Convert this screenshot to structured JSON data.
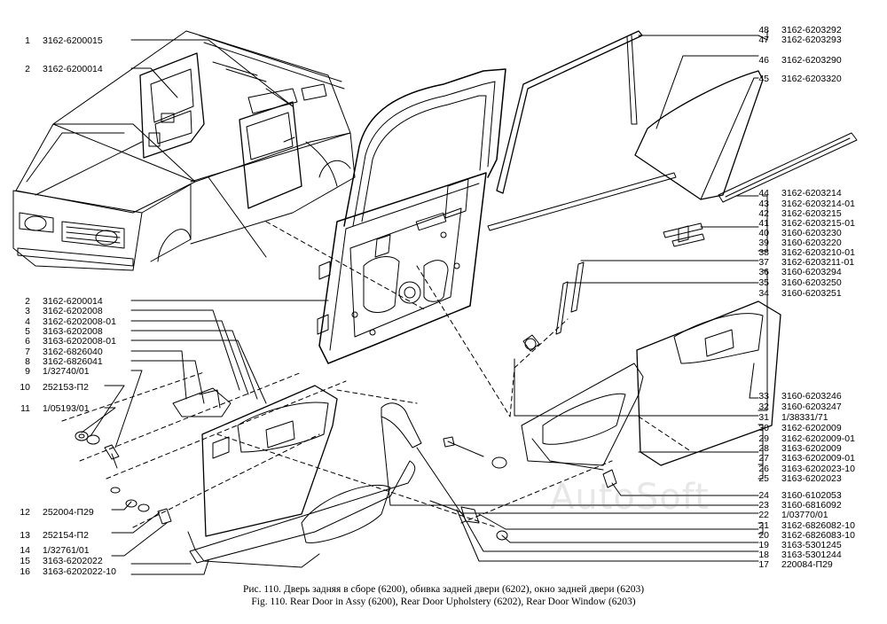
{
  "left_labels": [
    {
      "num": "1",
      "code": "3162-6200015"
    },
    {
      "num": "2",
      "code": "3162-6200014"
    },
    {
      "num": "2",
      "code": "3162-6200014"
    },
    {
      "num": "3",
      "code": "3162-6202008"
    },
    {
      "num": "4",
      "code": "3162-6202008-01"
    },
    {
      "num": "5",
      "code": "3163-6202008"
    },
    {
      "num": "6",
      "code": "3163-6202008-01"
    },
    {
      "num": "7",
      "code": "3162-6826040"
    },
    {
      "num": "8",
      "code": "3162-6826041"
    },
    {
      "num": "9",
      "code": "1/32740/01"
    },
    {
      "num": "10",
      "code": "252153-П2"
    },
    {
      "num": "11",
      "code": "1/05193/01"
    },
    {
      "num": "12",
      "code": "252004-П29"
    },
    {
      "num": "13",
      "code": "252154-П2"
    },
    {
      "num": "14",
      "code": "1/32761/01"
    },
    {
      "num": "15",
      "code": "3163-6202022"
    },
    {
      "num": "16",
      "code": "3163-6202022-10"
    }
  ],
  "right_labels": [
    {
      "num": "48",
      "code": "3162-6203292"
    },
    {
      "num": "47",
      "code": "3162-6203293"
    },
    {
      "num": "46",
      "code": "3162-6203290"
    },
    {
      "num": "45",
      "code": "3162-6203320"
    },
    {
      "num": "44",
      "code": "3162-6203214"
    },
    {
      "num": "43",
      "code": "3162-6203214-01"
    },
    {
      "num": "42",
      "code": "3162-6203215"
    },
    {
      "num": "41",
      "code": "3162-6203215-01"
    },
    {
      "num": "40",
      "code": "3160-6203230"
    },
    {
      "num": "39",
      "code": "3160-6203220"
    },
    {
      "num": "38",
      "code": "3162-6203210-01"
    },
    {
      "num": "37",
      "code": "3162-6203211-01"
    },
    {
      "num": "36",
      "code": "3160-6203294"
    },
    {
      "num": "35",
      "code": "3160-6203250"
    },
    {
      "num": "34",
      "code": "3160-6203251"
    },
    {
      "num": "33",
      "code": "3160-6203246"
    },
    {
      "num": "32",
      "code": "3160-6203247"
    },
    {
      "num": "31",
      "code": "1/38331/71"
    },
    {
      "num": "30",
      "code": "3162-6202009"
    },
    {
      "num": "29",
      "code": "3162-6202009-01"
    },
    {
      "num": "28",
      "code": "3163-6202009"
    },
    {
      "num": "27",
      "code": "3163-6202009-01"
    },
    {
      "num": "26",
      "code": "3163-6202023-10"
    },
    {
      "num": "25",
      "code": "3163-6202023"
    },
    {
      "num": "24",
      "code": "3160-6102053"
    },
    {
      "num": "23",
      "code": "3160-6816092"
    },
    {
      "num": "22",
      "code": "1/03770/01"
    },
    {
      "num": "21",
      "code": "3162-6826082-10"
    },
    {
      "num": "20",
      "code": "3162-6826083-10"
    },
    {
      "num": "19",
      "code": "3163-5301245"
    },
    {
      "num": "18",
      "code": "3163-5301244"
    },
    {
      "num": "17",
      "code": "220084-П29"
    }
  ],
  "caption": {
    "line1": "Рис. 110. Дверь задняя в сборе (6200), обивка задней двери (6202), окно задней двери (6203)",
    "line2": "Fig. 110. Rear Door in Assy (6200), Rear Door Upholstery (6202), Rear Door Window (6203)"
  },
  "watermark": "AutoSoft"
}
